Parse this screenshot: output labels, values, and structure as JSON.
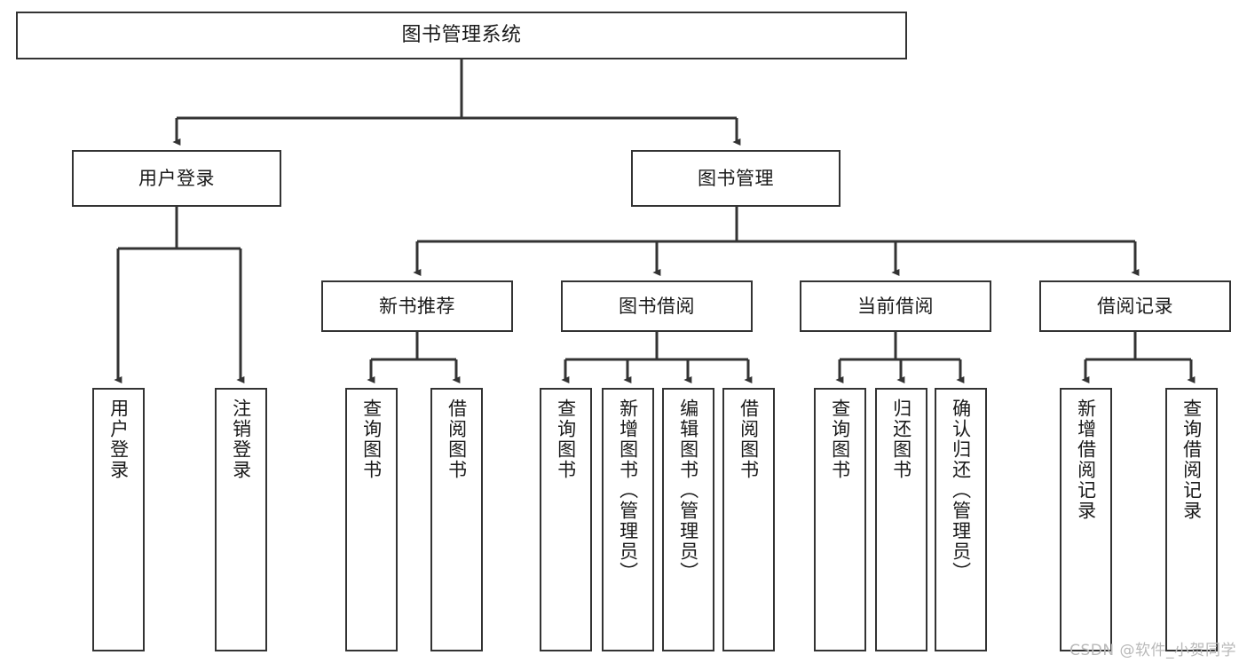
{
  "diagram": {
    "title": "图书管理系统",
    "type": "tree-hierarchy",
    "stroke_color": "#333333",
    "fill_color": "#ffffff",
    "text_color": "#1a1a1a"
  },
  "nodes": {
    "root": {
      "label": "图书管理系统",
      "level": 1
    },
    "l2": [
      {
        "label": "用户登录",
        "level": 2
      },
      {
        "label": "图书管理",
        "level": 2
      }
    ],
    "l3": [
      {
        "label": "新书推荐",
        "level": 3
      },
      {
        "label": "图书借阅",
        "level": 3
      },
      {
        "label": "当前借阅",
        "level": 3
      },
      {
        "label": "借阅记录",
        "level": 3
      }
    ],
    "leaves": [
      {
        "label": "用户登录",
        "parent": "用户登录"
      },
      {
        "label": "注销登录",
        "parent": "用户登录"
      },
      {
        "label": "查询图书",
        "parent": "新书推荐"
      },
      {
        "label": "借阅图书",
        "parent": "新书推荐"
      },
      {
        "label": "查询图书",
        "parent": "图书借阅"
      },
      {
        "label": "新增图书（管理员）",
        "parent": "图书借阅"
      },
      {
        "label": "编辑图书（管理员）",
        "parent": "图书借阅"
      },
      {
        "label": "借阅图书",
        "parent": "图书借阅"
      },
      {
        "label": "查询图书",
        "parent": "当前借阅"
      },
      {
        "label": "归还图书",
        "parent": "当前借阅"
      },
      {
        "label": "确认归还（管理员）",
        "parent": "当前借阅"
      },
      {
        "label": "新增借阅记录",
        "parent": "借阅记录"
      },
      {
        "label": "查询借阅记录",
        "parent": "借阅记录"
      }
    ]
  },
  "watermark": {
    "text": "CSDN @软件_小贺同学"
  }
}
